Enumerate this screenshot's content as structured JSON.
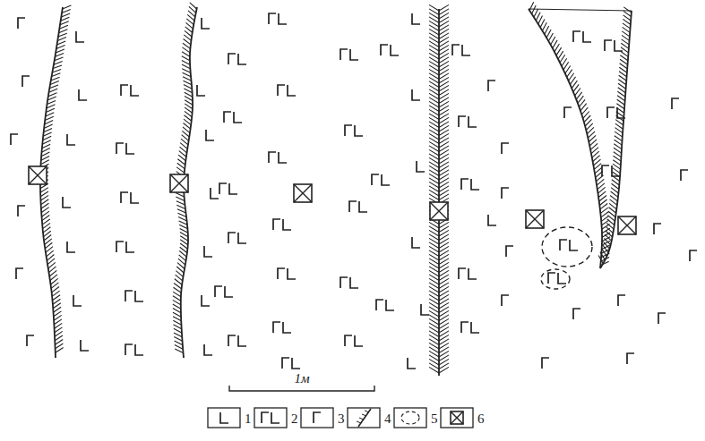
{
  "diagram": {
    "labels": [
      "1м"
    ],
    "legend": [
      {
        "text": "1"
      },
      {
        "text": "2"
      },
      {
        "text": "3"
      },
      {
        "text": "4"
      },
      {
        "text": "5"
      },
      {
        "text": "6"
      }
    ]
  }
}
